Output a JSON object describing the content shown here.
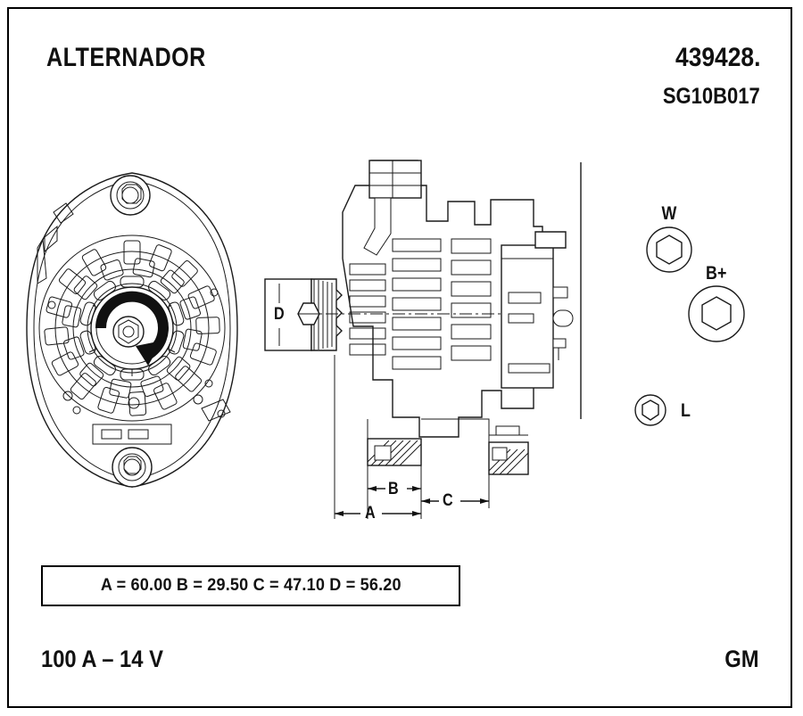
{
  "document": {
    "title": "ALTERNADOR",
    "part_number": "439428.",
    "part_code": "SG10B017",
    "rating": "100 A – 14 V",
    "brand": "GM"
  },
  "dimensions_table": {
    "text": "A = 60.00   B = 29.50   C = 47.10   D = 56.20",
    "entries": [
      {
        "label": "A",
        "value": "60.00"
      },
      {
        "label": "B",
        "value": "29.50"
      },
      {
        "label": "C",
        "value": "47.10"
      },
      {
        "label": "D",
        "value": "56.20"
      }
    ]
  },
  "dimension_callouts": {
    "a": "A",
    "b": "B",
    "c": "C",
    "d": "D"
  },
  "terminals": [
    {
      "id": "w",
      "label": "W"
    },
    {
      "id": "bplus",
      "label": "B+"
    },
    {
      "id": "l",
      "label": "L"
    }
  ],
  "views": {
    "front": "front-end-view",
    "side": "side-section-view",
    "terminals": "terminal-detail-view"
  },
  "colors": {
    "line": "#1a1a1a",
    "paper": "#ffffff",
    "text": "#111111"
  }
}
